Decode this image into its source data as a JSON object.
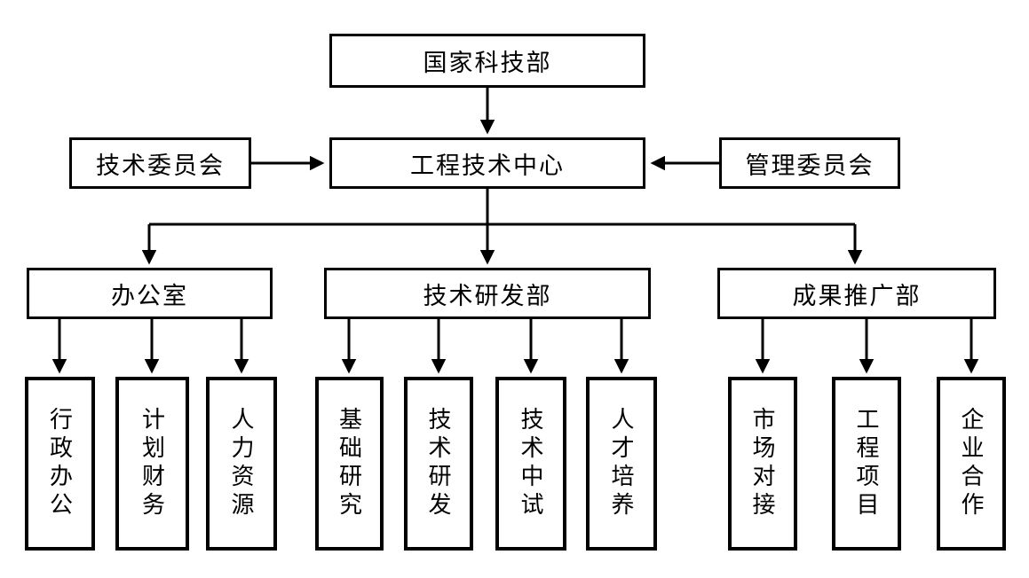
{
  "org_chart": {
    "root": {
      "label": "国家科技部"
    },
    "center": {
      "label": "工程技术中心"
    },
    "left_committee": {
      "label": "技术委员会"
    },
    "right_committee": {
      "label": "管理委员会"
    },
    "departments": [
      {
        "label": "办公室",
        "children": [
          "行政办公",
          "计划财务",
          "人力资源"
        ]
      },
      {
        "label": "技术研发部",
        "children": [
          "基础研究",
          "技术研发",
          "技术中试",
          "人才培养"
        ]
      },
      {
        "label": "成果推广部",
        "children": [
          "市场对接",
          "工程项目",
          "企业合作"
        ]
      }
    ],
    "colors": {
      "line": "#000000",
      "box_background": "#ffffff"
    }
  }
}
